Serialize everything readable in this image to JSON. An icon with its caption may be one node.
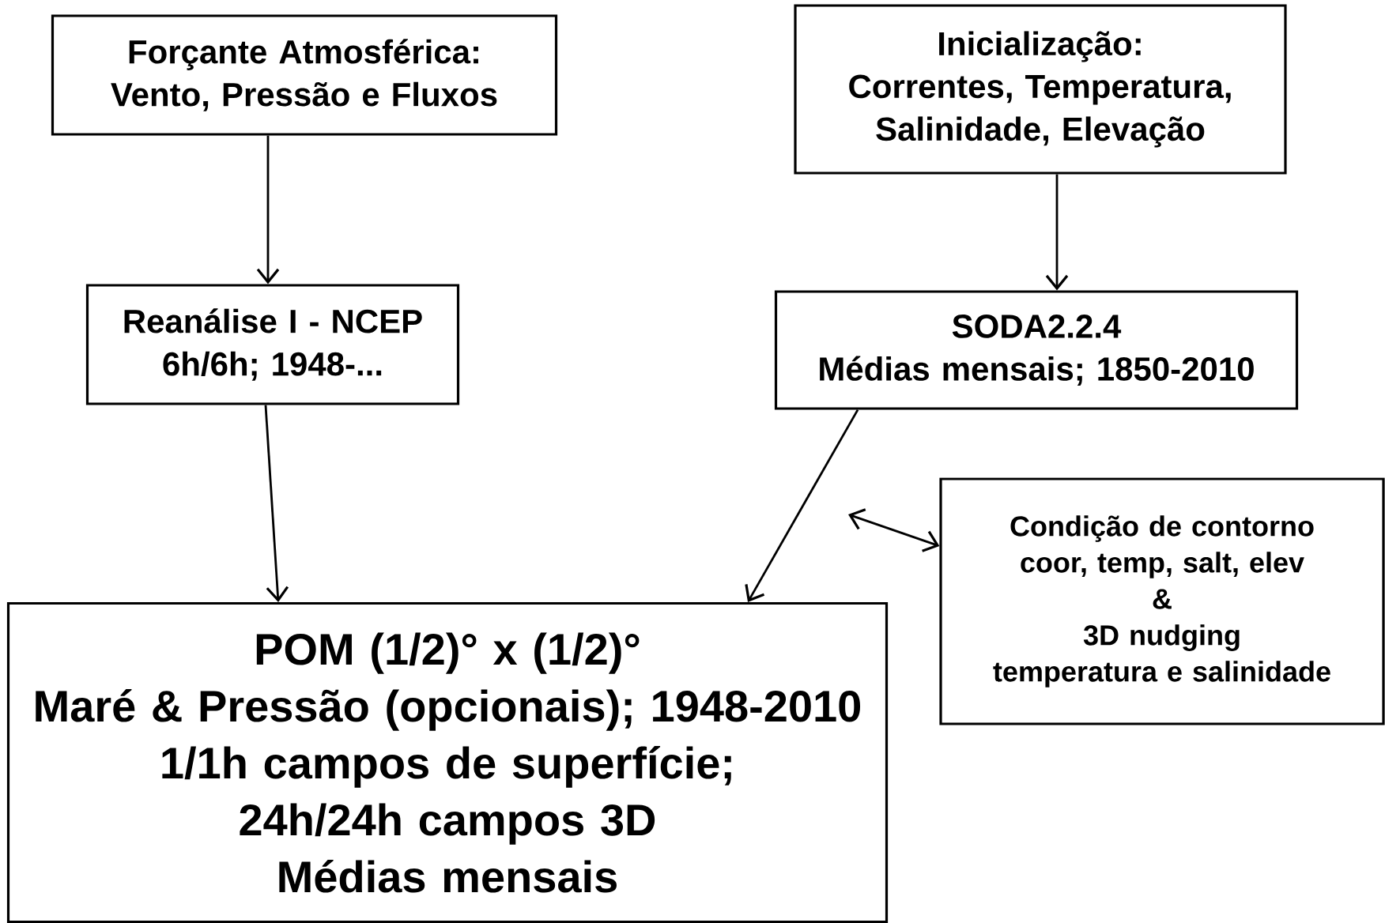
{
  "diagram": {
    "nodes": [
      {
        "text": [
          "Forçante Atmosférica:",
          "Vento, Pressão e Fluxos"
        ]
      },
      {
        "text": [
          "Inicialização:",
          "Correntes, Temperatura, Salinidade, Elevação"
        ]
      },
      {
        "text": [
          "Reanálise I - NCEP",
          "6h/6h; 1948-..."
        ]
      },
      {
        "text": [
          "SODA2.2.4",
          "Médias mensais; 1850-2010"
        ]
      },
      {
        "text": [
          "Condição de contorno",
          "coor, temp, salt, elev",
          "&",
          "3D nudging",
          "temperatura e salinidade"
        ]
      },
      {
        "text": [
          "POM (1/2)° x (1/2)°",
          "Maré & Pressão (opcionais); 1948-2010",
          "1/1h campos de superfície;",
          "24h/24h campos 3D",
          "Médias mensais"
        ]
      }
    ],
    "edges": [
      {
        "from": 0,
        "to": 2,
        "arrow": "to"
      },
      {
        "from": 1,
        "to": 3,
        "arrow": "to"
      },
      {
        "from": 2,
        "to": 5,
        "arrow": "to"
      },
      {
        "from": 3,
        "to": 5,
        "arrow": "to"
      },
      {
        "from": 4,
        "to": null,
        "arrow": "both"
      }
    ]
  }
}
